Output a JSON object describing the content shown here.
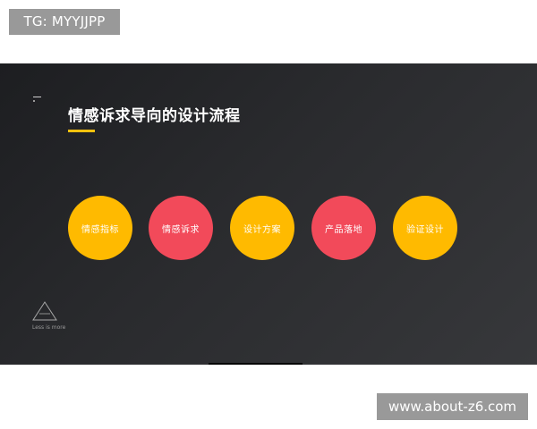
{
  "overlay": {
    "tg_label": "TG: MYYJJPP",
    "site_label": "www.about-z6.com"
  },
  "slide": {
    "title": "情感诉求导向的设计流程",
    "steps": [
      {
        "label": "情感指标",
        "color": "#ffba00"
      },
      {
        "label": "情感诉求",
        "color": "#f24a5a"
      },
      {
        "label": "设计方案",
        "color": "#ffba00"
      },
      {
        "label": "产品落地",
        "color": "#f24a5a"
      },
      {
        "label": "验证设计",
        "color": "#ffba00"
      }
    ],
    "logo_tagline": "Less is more",
    "accent_color": "#ffc20e"
  }
}
